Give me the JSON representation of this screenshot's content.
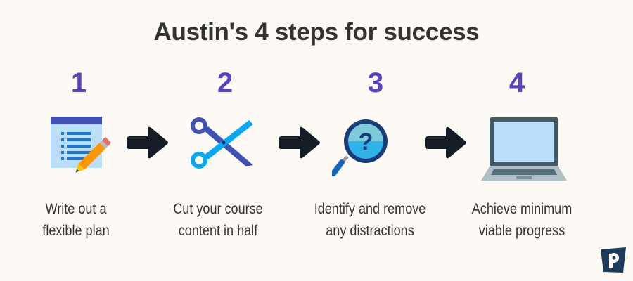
{
  "title": "Austin's 4 steps for success",
  "colors": {
    "background": "#fdfaf5",
    "title": "#333333",
    "step_number": "#5b3fc4",
    "arrow": "#171d27",
    "label": "#333333"
  },
  "steps": [
    {
      "number": "1",
      "icon": "notepad-pencil-icon",
      "line1": "Write out a",
      "line2": "flexible plan"
    },
    {
      "number": "2",
      "icon": "scissors-icon",
      "line1": "Cut your course",
      "line2": "content in half"
    },
    {
      "number": "3",
      "icon": "magnifier-question-icon",
      "line1": "Identify and remove",
      "line2": "any distractions"
    },
    {
      "number": "4",
      "icon": "laptop-icon",
      "line1": "Achieve minimum",
      "line2": "viable progress"
    }
  ],
  "arrows": [
    "arrow-right-icon",
    "arrow-right-icon",
    "arrow-right-icon"
  ],
  "logo": {
    "letter": "P",
    "icon": "brand-logo-icon"
  }
}
